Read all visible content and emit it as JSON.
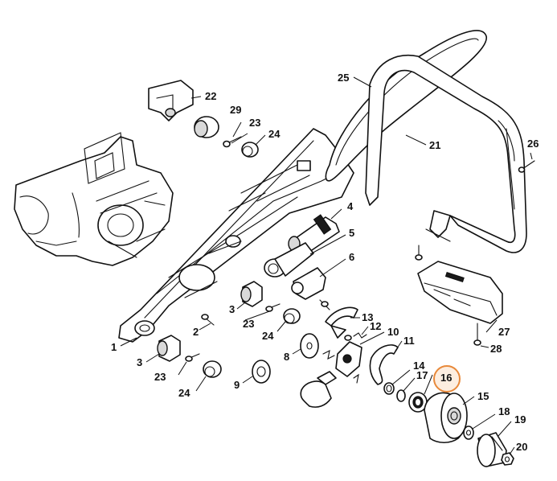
{
  "diagram": {
    "highlight_color": "#e8893a",
    "highlighted_part": "16",
    "callouts": {
      "p1": "1",
      "p2": "2",
      "p3a": "3",
      "p3b": "3",
      "p4": "4",
      "p5": "5",
      "p6": "6",
      "p8": "8",
      "p9": "9",
      "p10": "10",
      "p11": "11",
      "p12": "12",
      "p13": "13",
      "p14": "14",
      "p15": "15",
      "p16": "16",
      "p17": "17",
      "p18": "18",
      "p19": "19",
      "p20": "20",
      "p21": "21",
      "p22": "22",
      "p23a": "23",
      "p23b": "23",
      "p23c": "23",
      "p24a": "24",
      "p24b": "24",
      "p24c": "24",
      "p25": "25",
      "p26": "26",
      "p27": "27",
      "p28": "28",
      "p29": "29"
    }
  }
}
